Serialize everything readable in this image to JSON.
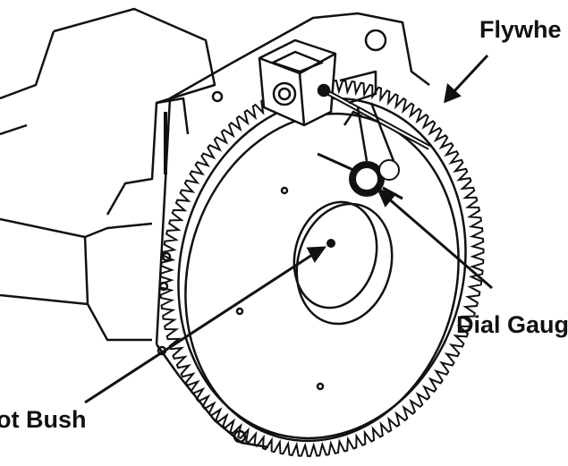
{
  "labels": {
    "flywheel": "Flywhe",
    "dial_gauge": "Dial Gaug",
    "pilot_bush": "ot Bush"
  },
  "colors": {
    "ink": "#111111",
    "background": "#ffffff"
  }
}
